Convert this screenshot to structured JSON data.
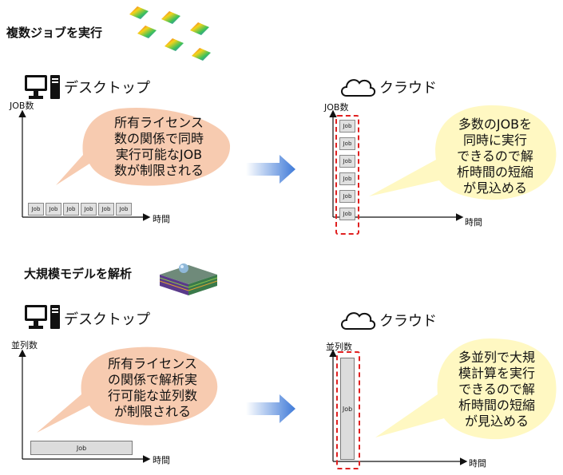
{
  "section1": {
    "title": "複数ジョブを実行",
    "desktop": {
      "heading": "デスクトップ",
      "y_label": "JOB数",
      "x_label": "時間",
      "bubble_lines": [
        "所有ライセンス",
        "数の関係で同時",
        "実行可能なJOB",
        "数が制限される"
      ],
      "jobs": [
        "Job",
        "Job",
        "Job",
        "Job",
        "Job",
        "Job"
      ]
    },
    "cloud": {
      "heading": "クラウド",
      "y_label": "JOB数",
      "x_label": "時間",
      "bubble_lines": [
        "多数のJOBを",
        "同時に実行",
        "できるので解",
        "析時間の短縮",
        "が見込める"
      ],
      "jobs": [
        "Job",
        "Job",
        "Job",
        "Job",
        "Job",
        "Job"
      ]
    }
  },
  "section2": {
    "title": "大規模モデルを解析",
    "desktop": {
      "heading": "デスクトップ",
      "y_label": "並列数",
      "x_label": "時間",
      "bubble_lines": [
        "所有ライセンス",
        "の関係で解析実",
        "行可能な並列数",
        "が制限される"
      ],
      "job": "Job"
    },
    "cloud": {
      "heading": "クラウド",
      "y_label": "並列数",
      "x_label": "時間",
      "bubble_lines": [
        "多並列で大規",
        "模計算を実行",
        "できるので解",
        "析時間の短縮",
        "が見込める"
      ],
      "job": "Job"
    }
  },
  "colors": {
    "bubble_left": "#f7cbb0",
    "bubble_right": "#fff8c2",
    "arrow": "#5b8fd8",
    "highlight": "#e02020"
  }
}
